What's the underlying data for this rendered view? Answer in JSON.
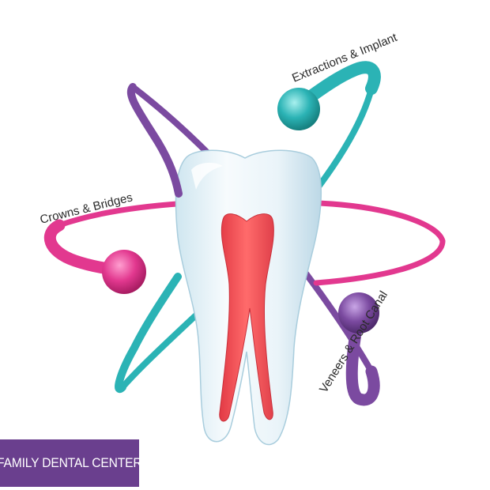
{
  "labels": {
    "extractions": "Extractions & Implant",
    "crowns": "Crowns & Bridges",
    "veneers": "Veneers & Root Canal"
  },
  "badge": {
    "text": "FAMILY DENTAL CENTER"
  },
  "colors": {
    "purple": "#7b4aa0",
    "teal": "#2bb3b5",
    "pink": "#e2388f",
    "pulp": "#f2575c",
    "badge": "#6a3f8e",
    "tooth": "#e4f1f7"
  },
  "icons": {
    "tooth": "tooth-icon",
    "orbit_teal": "teal-orbit",
    "orbit_pink": "pink-orbit",
    "orbit_purple": "purple-orbit"
  }
}
